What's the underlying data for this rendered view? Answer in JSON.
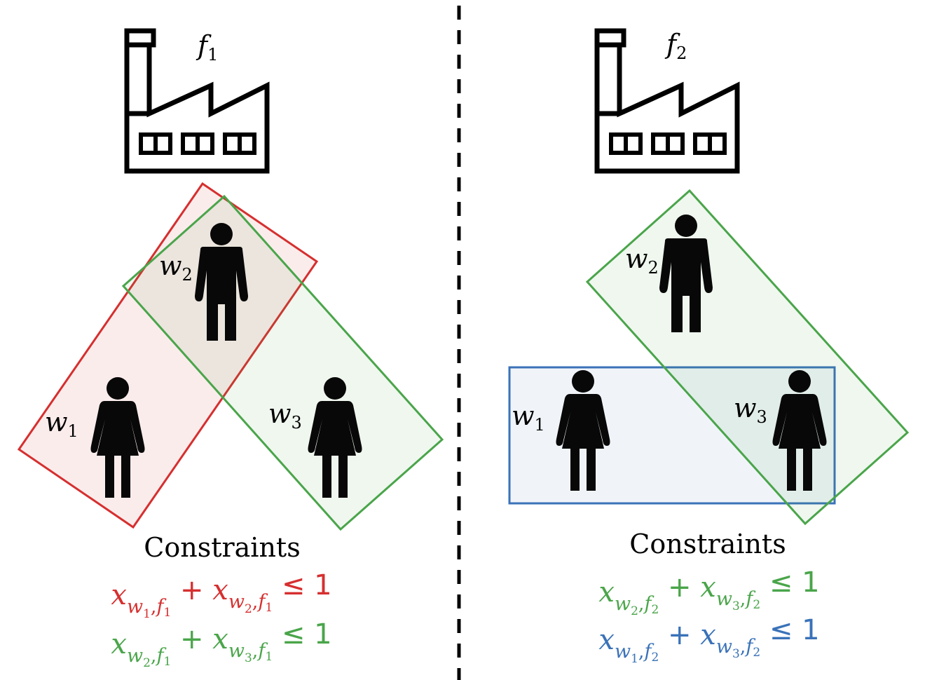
{
  "colors": {
    "red": "#d62f2f",
    "green": "#4aa54a",
    "blue": "#3a72b8",
    "red_fill": "#f8e6e8",
    "green_fill": "#e8f1e6",
    "blue_fill": "#e6edf6"
  },
  "left": {
    "factory": {
      "name": "f",
      "sub": "1",
      "icon": "factory-icon"
    },
    "workers": [
      {
        "name": "w",
        "sub": "1",
        "icon": "woman-icon"
      },
      {
        "name": "w",
        "sub": "2",
        "icon": "man-icon"
      },
      {
        "name": "w",
        "sub": "3",
        "icon": "woman-icon"
      }
    ],
    "constraints_title": "Constraints",
    "constraints": [
      {
        "color": "#d62f2f",
        "terms": [
          [
            "w",
            "1",
            "f",
            "1"
          ],
          [
            "w",
            "2",
            "f",
            "1"
          ]
        ],
        "op": "≤",
        "rhs": "1"
      },
      {
        "color": "#4aa54a",
        "terms": [
          [
            "w",
            "2",
            "f",
            "1"
          ],
          [
            "w",
            "3",
            "f",
            "1"
          ]
        ],
        "op": "≤",
        "rhs": "1"
      }
    ]
  },
  "right": {
    "factory": {
      "name": "f",
      "sub": "2",
      "icon": "factory-icon"
    },
    "workers": [
      {
        "name": "w",
        "sub": "1",
        "icon": "woman-icon"
      },
      {
        "name": "w",
        "sub": "2",
        "icon": "man-icon"
      },
      {
        "name": "w",
        "sub": "3",
        "icon": "woman-icon"
      }
    ],
    "constraints_title": "Constraints",
    "constraints": [
      {
        "color": "#4aa54a",
        "terms": [
          [
            "w",
            "2",
            "f",
            "2"
          ],
          [
            "w",
            "3",
            "f",
            "2"
          ]
        ],
        "op": "≤",
        "rhs": "1"
      },
      {
        "color": "#3a72b8",
        "terms": [
          [
            "w",
            "1",
            "f",
            "2"
          ],
          [
            "w",
            "3",
            "f",
            "2"
          ]
        ],
        "op": "≤",
        "rhs": "1"
      }
    ]
  }
}
